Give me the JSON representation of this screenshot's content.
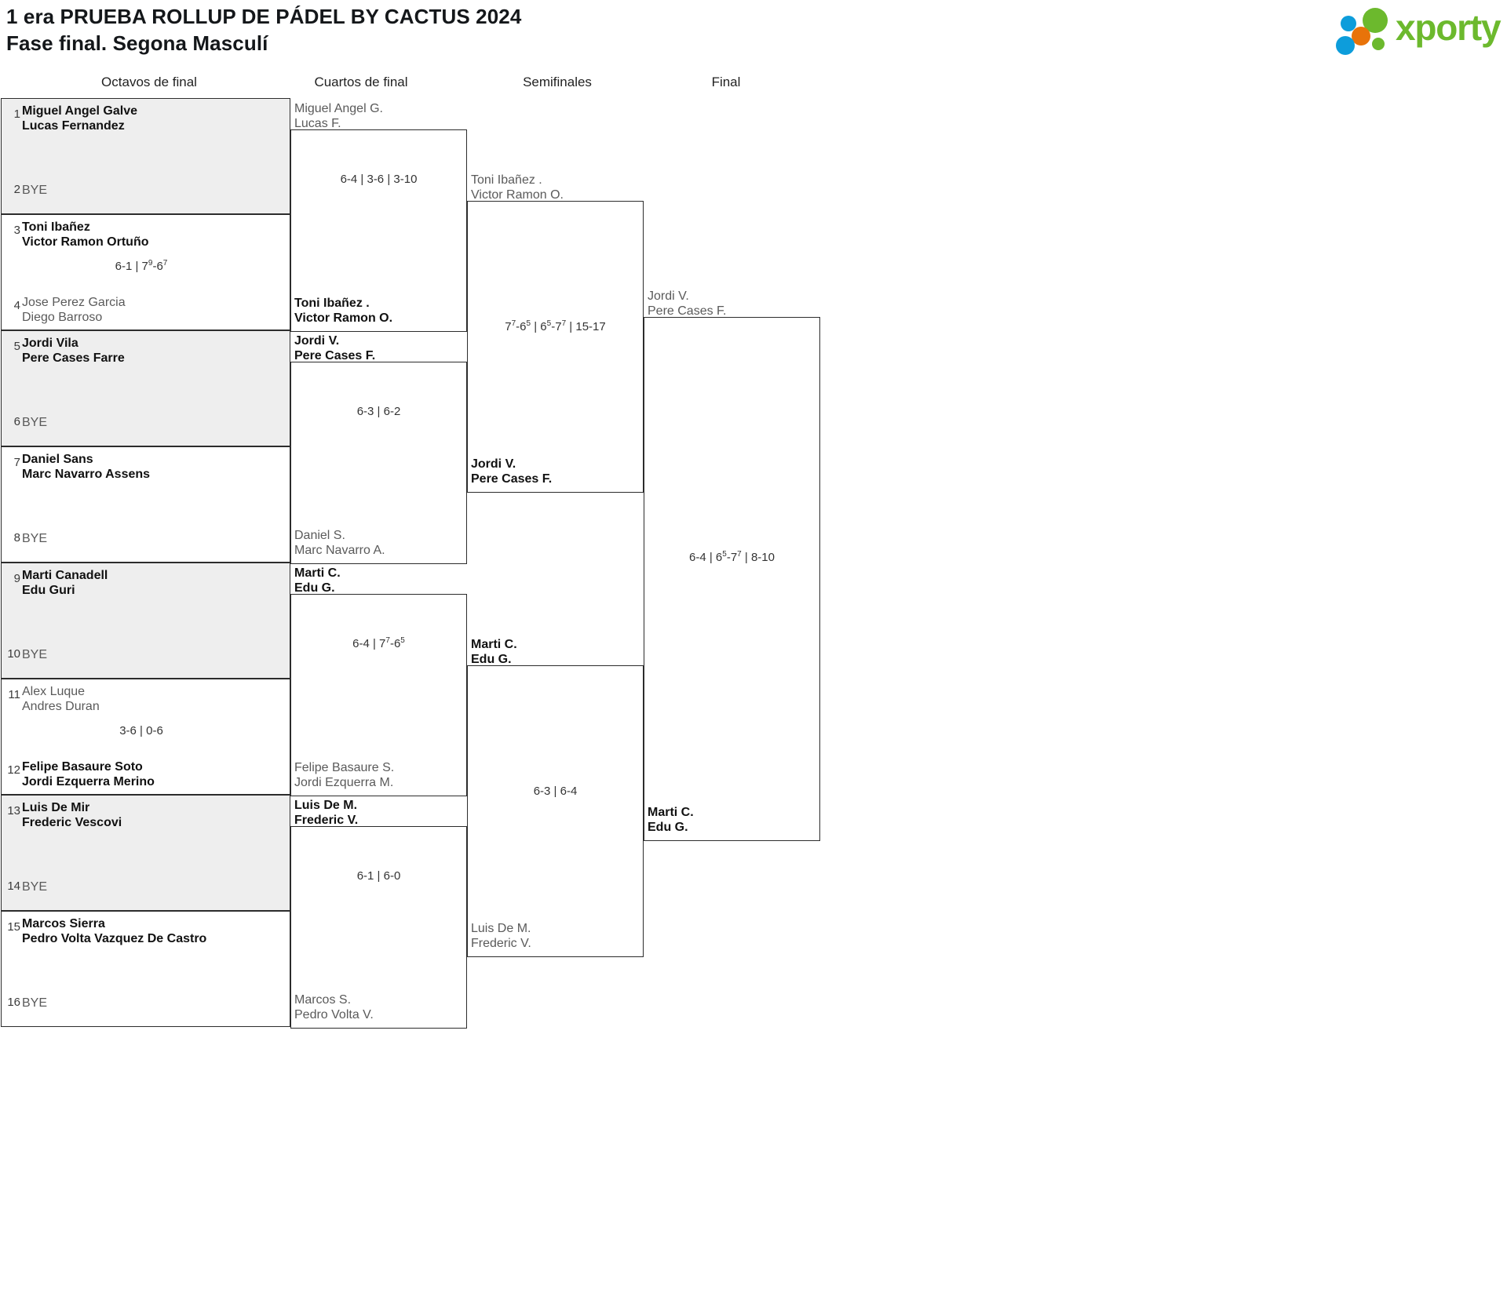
{
  "header": {
    "title_line1": "1 era PRUEBA ROLLUP DE PÁDEL BY CACTUS 2024",
    "title_line2": "Fase final. Segona Masculí",
    "logo_text": "xporty",
    "logo_colors": {
      "green": "#6cb92d",
      "blue": "#0d9ddb",
      "orange": "#e8730a"
    }
  },
  "rounds": [
    {
      "label": "Octavos de final"
    },
    {
      "label": "Cuartos de final"
    },
    {
      "label": "Semifinales"
    },
    {
      "label": "Final"
    }
  ],
  "round1": [
    {
      "shaded": true,
      "top": {
        "seed": "1",
        "p1": "Miguel Angel Galve",
        "p2": "Lucas Fernandez",
        "state": "winner"
      },
      "bottom": {
        "seed": "2",
        "bye": "BYE",
        "state": "bye"
      },
      "score": ""
    },
    {
      "shaded": false,
      "top": {
        "seed": "3",
        "p1": "Toni Ibañez",
        "p2": "Victor Ramon Ortuño",
        "state": "winner"
      },
      "bottom": {
        "seed": "4",
        "p1": "Jose Perez Garcia",
        "p2": "Diego Barroso",
        "state": "loser"
      },
      "score": "6-1 | 7<sup>9</sup>-6<sup>7</sup>"
    },
    {
      "shaded": true,
      "top": {
        "seed": "5",
        "p1": "Jordi Vila",
        "p2": "Pere Cases Farre",
        "state": "winner"
      },
      "bottom": {
        "seed": "6",
        "bye": "BYE",
        "state": "bye"
      },
      "score": ""
    },
    {
      "shaded": false,
      "top": {
        "seed": "7",
        "p1": "Daniel Sans",
        "p2": "Marc Navarro Assens",
        "state": "winner"
      },
      "bottom": {
        "seed": "8",
        "bye": "BYE",
        "state": "bye"
      },
      "score": ""
    },
    {
      "shaded": true,
      "top": {
        "seed": "9",
        "p1": "Marti Canadell",
        "p2": "Edu Guri",
        "state": "winner"
      },
      "bottom": {
        "seed": "10",
        "bye": "BYE",
        "state": "bye"
      },
      "score": ""
    },
    {
      "shaded": false,
      "top": {
        "seed": "11",
        "p1": "Alex Luque",
        "p2": "Andres Duran",
        "state": "loser"
      },
      "bottom": {
        "seed": "12",
        "p1": "Felipe Basaure Soto",
        "p2": "Jordi Ezquerra Merino",
        "state": "winner"
      },
      "score": "3-6 | 0-6"
    },
    {
      "shaded": true,
      "top": {
        "seed": "13",
        "p1": "Luis De Mir",
        "p2": "Frederic Vescovi",
        "state": "winner"
      },
      "bottom": {
        "seed": "14",
        "bye": "BYE",
        "state": "bye"
      },
      "score": ""
    },
    {
      "shaded": false,
      "top": {
        "seed": "15",
        "p1": "Marcos Sierra",
        "p2": "Pedro Volta Vazquez De Castro",
        "state": "winner"
      },
      "bottom": {
        "seed": "16",
        "bye": "BYE",
        "state": "bye"
      },
      "score": ""
    }
  ],
  "quarterfinals": [
    {
      "top": {
        "p1": "Miguel Angel G.",
        "p2": "Lucas F.",
        "state": "loser"
      },
      "bottom": {
        "p1": "Toni Ibañez .",
        "p2": "Victor Ramon O.",
        "state": "winner"
      },
      "score": "6-4 | 3-6 | 3-10"
    },
    {
      "top": {
        "p1": "Jordi V.",
        "p2": "Pere Cases F.",
        "state": "winner"
      },
      "bottom": {
        "p1": "Daniel S.",
        "p2": "Marc Navarro A.",
        "state": "loser"
      },
      "score": "6-3 | 6-2"
    },
    {
      "top": {
        "p1": "Marti C.",
        "p2": "Edu G.",
        "state": "winner"
      },
      "bottom": {
        "p1": "Felipe Basaure S.",
        "p2": "Jordi Ezquerra M.",
        "state": "loser"
      },
      "score": "6-4 | 7<sup>7</sup>-6<sup>5</sup>"
    },
    {
      "top": {
        "p1": "Luis De M.",
        "p2": "Frederic V.",
        "state": "winner"
      },
      "bottom": {
        "p1": "Marcos S.",
        "p2": "Pedro Volta V.",
        "state": "loser"
      },
      "score": "6-1 | 6-0"
    }
  ],
  "semifinals": [
    {
      "top": {
        "p1": "Toni Ibañez .",
        "p2": "Victor Ramon O.",
        "state": "loser"
      },
      "bottom": {
        "p1": "Jordi V.",
        "p2": "Pere Cases F.",
        "state": "winner"
      },
      "score": "7<sup>7</sup>-6<sup>5</sup> | 6<sup>5</sup>-7<sup>7</sup> | 15-17"
    },
    {
      "top": {
        "p1": "Marti C.",
        "p2": "Edu G.",
        "state": "winner"
      },
      "bottom": {
        "p1": "Luis De M.",
        "p2": "Frederic V.",
        "state": "loser"
      },
      "score": "6-3 | 6-4"
    }
  ],
  "final": {
    "top": {
      "p1": "Jordi V.",
      "p2": "Pere Cases F.",
      "state": "loser"
    },
    "bottom": {
      "p1": "Marti C.",
      "p2": "Edu G.",
      "state": "winner"
    },
    "score": "6-4 | 6<sup>5</sup>-7<sup>7</sup> | 8-10"
  }
}
